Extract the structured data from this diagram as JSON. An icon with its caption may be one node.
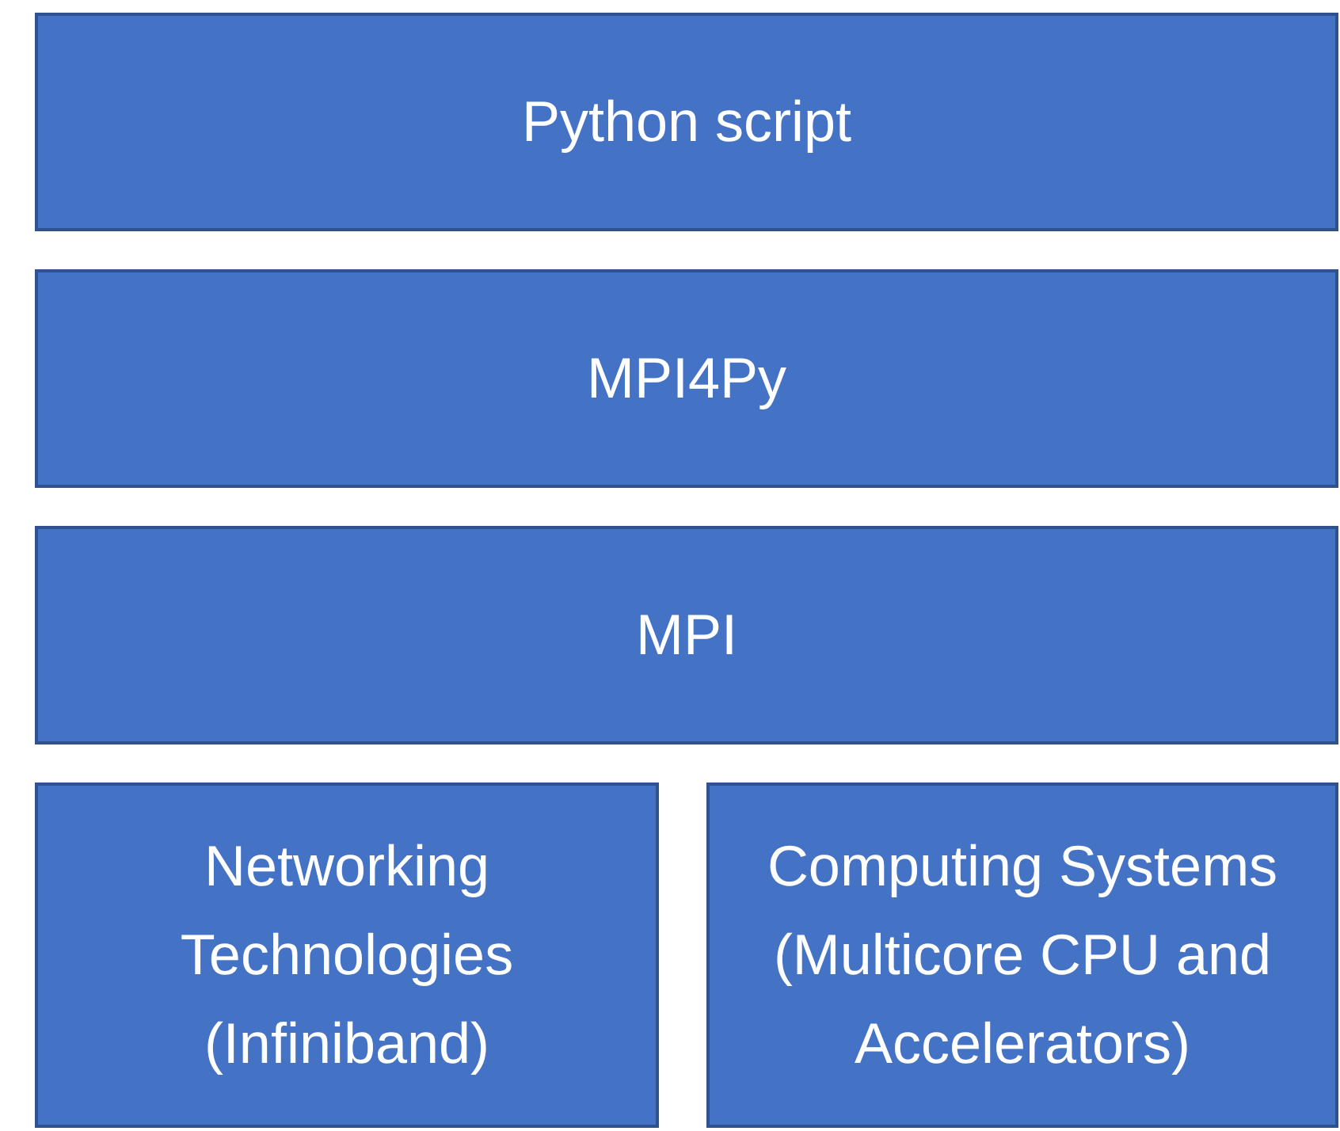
{
  "diagram": {
    "nodes": [
      {
        "text": [
          "Python script"
        ]
      },
      {
        "text": [
          "MPI4Py"
        ]
      },
      {
        "text": [
          "MPI"
        ]
      },
      {
        "text": [
          "Networking Technologies (Infiniband)"
        ]
      },
      {
        "text": [
          "Computing Systems (Multicore CPU and Accelerators)"
        ]
      }
    ]
  }
}
